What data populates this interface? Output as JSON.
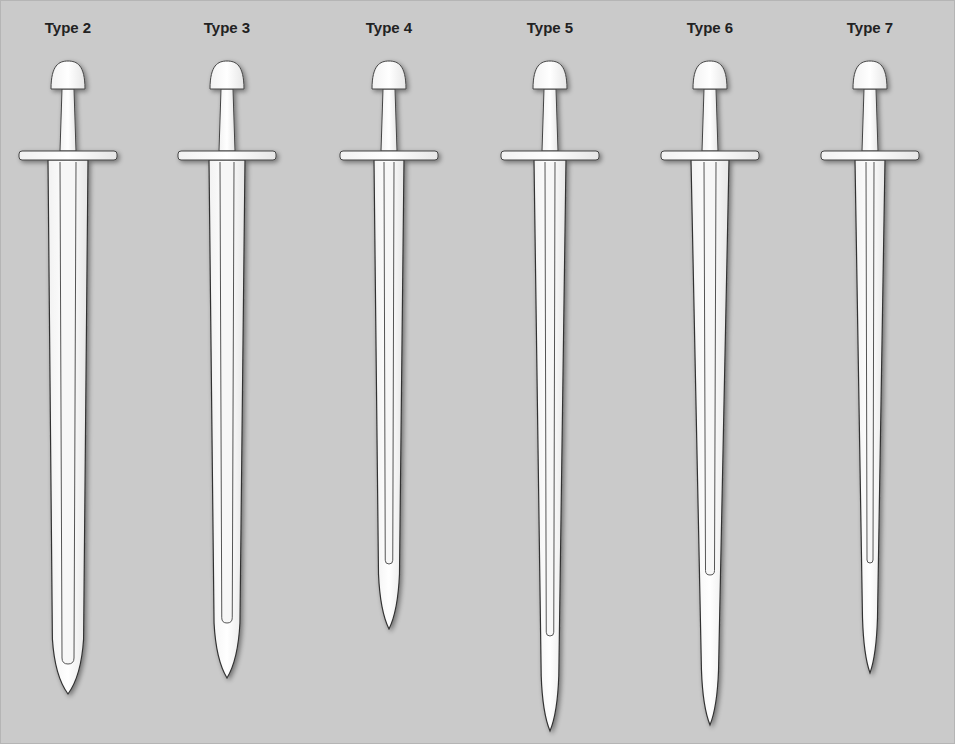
{
  "diagram": {
    "labels": [
      "Type 2",
      "Type 3",
      "Type 4",
      "Type 5",
      "Type 6",
      "Type 7"
    ]
  }
}
